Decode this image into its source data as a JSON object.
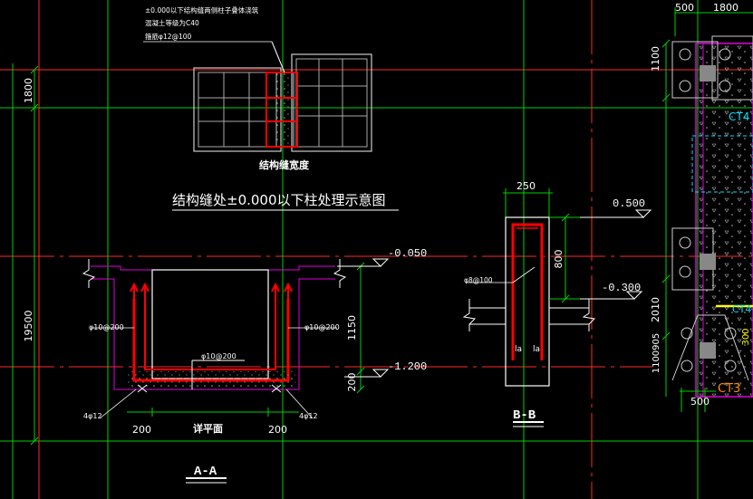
{
  "canvas": {
    "background": "#000000"
  },
  "colors": {
    "grid_red": "#ff2a2a",
    "grid_green": "#00d000",
    "white": "#ffffff",
    "magenta": "#e000e0",
    "yellow": "#ffff00",
    "cyan": "#00e0ff",
    "rebar_red": "#ff0000",
    "orange": "#ff8c00",
    "hatch_gray": "#a0a0a0"
  },
  "top_detail": {
    "note_line1": "±0.000以下结构缝两侧柱子叠体浇筑",
    "note_line2": "混凝土等级为C40",
    "note_line3": "箍筋φ12@100",
    "caption": "结构缝宽度"
  },
  "main_title": "结构缝处±0.000以下柱处理示意图",
  "left_dims": {
    "upper": "1800",
    "lower": "19500"
  },
  "section_aa": {
    "elev_top": "-0.050",
    "elev_bottom": "-1.200",
    "dim_1150": "1150",
    "dim_200_right": "200",
    "stirrup_left": "φ10@200",
    "stirrup_right": "φ10@200",
    "stirrup_center": "φ10@200",
    "bars_left": "4φ12",
    "bars_right": "4φ12",
    "width_left": "200",
    "width_right": "200",
    "plan_note": "详平面",
    "label": "A-A"
  },
  "section_bb": {
    "width": "250",
    "elev_top": "0.500",
    "elev_bottom": "-0.300",
    "dim_800": "800",
    "stirrup": "φ8@100",
    "anchor_left": "la",
    "anchor_right": "la",
    "label": "B-B"
  },
  "right_plan": {
    "dim_top_left": "500",
    "dim_top_right": "1800",
    "dim_1100_top": "1100",
    "dim_2010": "2010",
    "dim_905": "1100905",
    "dim_500_bottom": "500",
    "tag_ct_upper": "CT4",
    "tag_ct_mid": "CT4",
    "tag_ct3": "CT3",
    "tag_300": "300"
  }
}
